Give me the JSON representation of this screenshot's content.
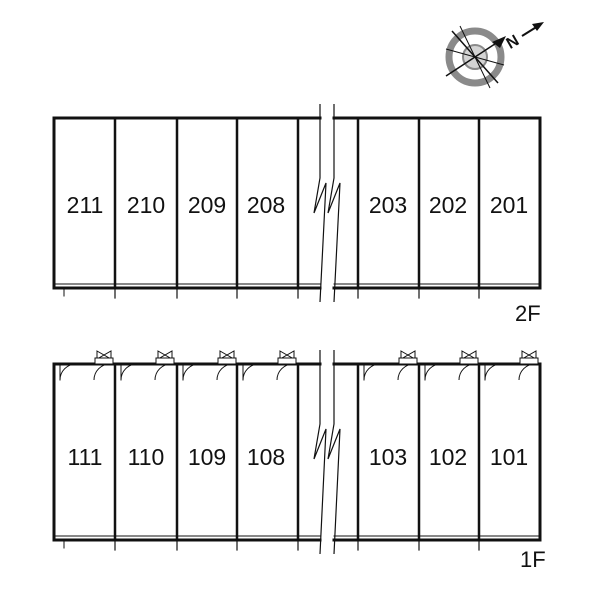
{
  "compass": {
    "north_label": "N"
  },
  "floors": [
    {
      "label": "2F",
      "left_units": [
        "211",
        "210",
        "209",
        "208"
      ],
      "right_units": [
        "203",
        "202",
        "201"
      ]
    },
    {
      "label": "1F",
      "left_units": [
        "111",
        "110",
        "109",
        "108"
      ],
      "right_units": [
        "103",
        "102",
        "101"
      ]
    }
  ],
  "colors": {
    "line": "#111111",
    "compass_ring": "#8a8a8a",
    "background": "#ffffff"
  }
}
